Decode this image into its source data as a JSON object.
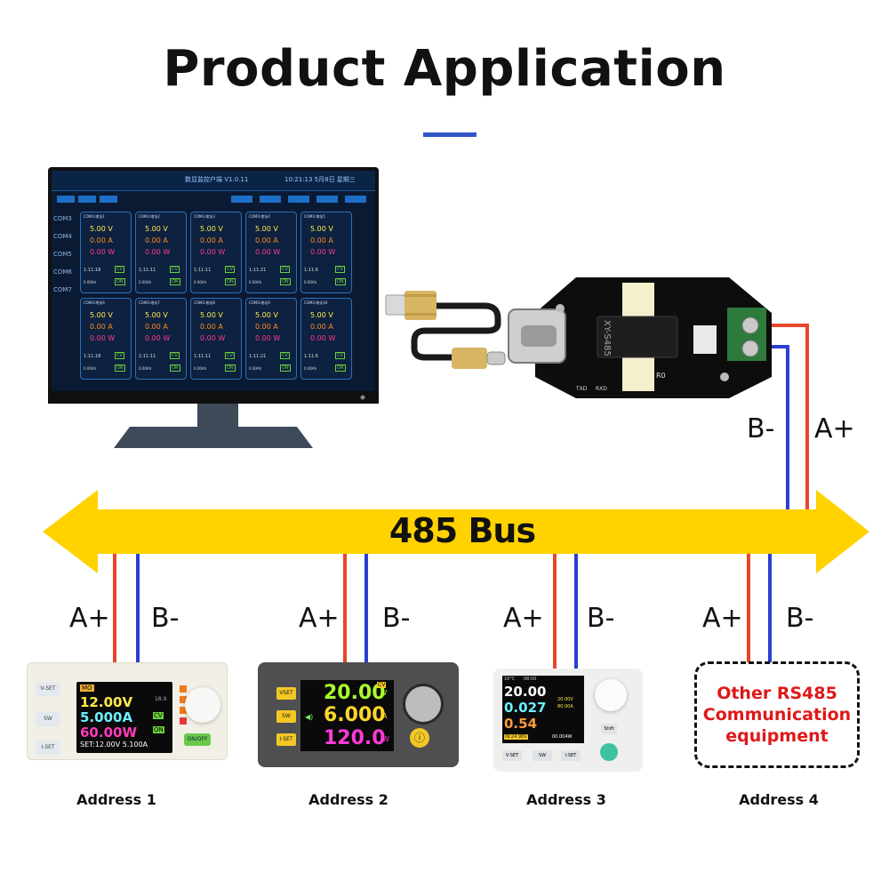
{
  "title": "Product Application",
  "bus": {
    "label": "485 Bus"
  },
  "wires": {
    "a_label": "A+",
    "b_label": "B-",
    "a_color": "#e8462a",
    "b_color": "#2a3fd4"
  },
  "bus_color": "#ffd200",
  "monitor": {
    "app_title": "数显监控户端 V1.0.11",
    "clock": "10:21:13 5月8日 星期三",
    "ports": [
      "COM3",
      "COM4",
      "COM5",
      "COM6",
      "COM7"
    ],
    "tiles": [
      {
        "header": "COM3:地址1",
        "v": "5.00 V",
        "a": "0.00 A",
        "w": "0.00 W",
        "time": "1:11:18",
        "mode": "CV",
        "ah": "0.00Ah",
        "state": "ON"
      },
      {
        "header": "COM3:地址2",
        "v": "5.00 V",
        "a": "0.00 A",
        "w": "0.00 W",
        "time": "1:11:11",
        "mode": "CV",
        "ah": "0.00Ah",
        "state": "ON"
      },
      {
        "header": "COM3:地址3",
        "v": "5.00 V",
        "a": "0.00 A",
        "w": "0.00 W",
        "time": "1:11:11",
        "mode": "CV",
        "ah": "0.00Ah",
        "state": "ON"
      },
      {
        "header": "COM3:地址4",
        "v": "5.00 V",
        "a": "0.00 A",
        "w": "0.00 W",
        "time": "1:11:21",
        "mode": "CV",
        "ah": "0.00Ah",
        "state": "ON"
      },
      {
        "header": "COM3:地址5",
        "v": "5.00 V",
        "a": "0.00 A",
        "w": "0.00 W",
        "time": "1:11:6",
        "mode": "CV",
        "ah": "0.00Ah",
        "state": "ON"
      },
      {
        "header": "COM3:地址6",
        "v": "5.00 V",
        "a": "0.00 A",
        "w": "0.00 W",
        "time": "1:11:18",
        "mode": "CV",
        "ah": "0.00Ah",
        "state": "ON"
      },
      {
        "header": "COM3:地址7",
        "v": "5.00 V",
        "a": "0.00 A",
        "w": "0.00 W",
        "time": "1:11:11",
        "mode": "CV",
        "ah": "0.00Ah",
        "state": "ON"
      },
      {
        "header": "COM3:地址8",
        "v": "5.00 V",
        "a": "0.00 A",
        "w": "0.00 W",
        "time": "1:11:11",
        "mode": "CV",
        "ah": "0.00Ah",
        "state": "ON"
      },
      {
        "header": "COM3:地址9",
        "v": "5.00 V",
        "a": "0.00 A",
        "w": "0.00 W",
        "time": "1:11:21",
        "mode": "CV",
        "ah": "0.00Ah",
        "state": "ON"
      },
      {
        "header": "COM3:地址10",
        "v": "5.00 V",
        "a": "0.00 A",
        "w": "0.00 W",
        "time": "1:11:6",
        "mode": "CV",
        "ah": "0.00Ah",
        "state": "ON"
      }
    ]
  },
  "adapter": {
    "chip_label": "XY-S485",
    "r_label": "R0",
    "txd": "TXD",
    "rxd": "RXD"
  },
  "devices": [
    {
      "address": "Address 1",
      "buttons": [
        "V-SET",
        "SW",
        "I-SET"
      ],
      "onoff": "ON/OFF",
      "display": {
        "mode": "MO",
        "v": "12.00V",
        "a": "5.000A",
        "w": "60.00W",
        "cv": "CV",
        "on": "ON",
        "set": "SET:12.00V 5.100A",
        "vin": "18.9"
      }
    },
    {
      "address": "Address 2",
      "buttons": [
        "VSET",
        "SW",
        "I-SET"
      ],
      "display": {
        "v": "20.00",
        "v_unit": "V",
        "a": "6.000",
        "a_unit": "A",
        "w": "120.0",
        "w_unit": "W",
        "cv": "CV"
      }
    },
    {
      "address": "Address 3",
      "buttons": [
        "V-SET",
        "SW",
        "I-SET"
      ],
      "shift": "Shift",
      "display": {
        "temp": "16°C",
        "time": "08:00",
        "v": "20.00",
        "a": "0.027",
        "w": "0.54",
        "set_v": "20.00V",
        "set_a": "80.00A",
        "in": "IN:24.98V",
        "energy": "00.004W"
      }
    },
    {
      "address": "Address 4",
      "other_text": "Other RS485\nCommunication\nequipment"
    }
  ]
}
